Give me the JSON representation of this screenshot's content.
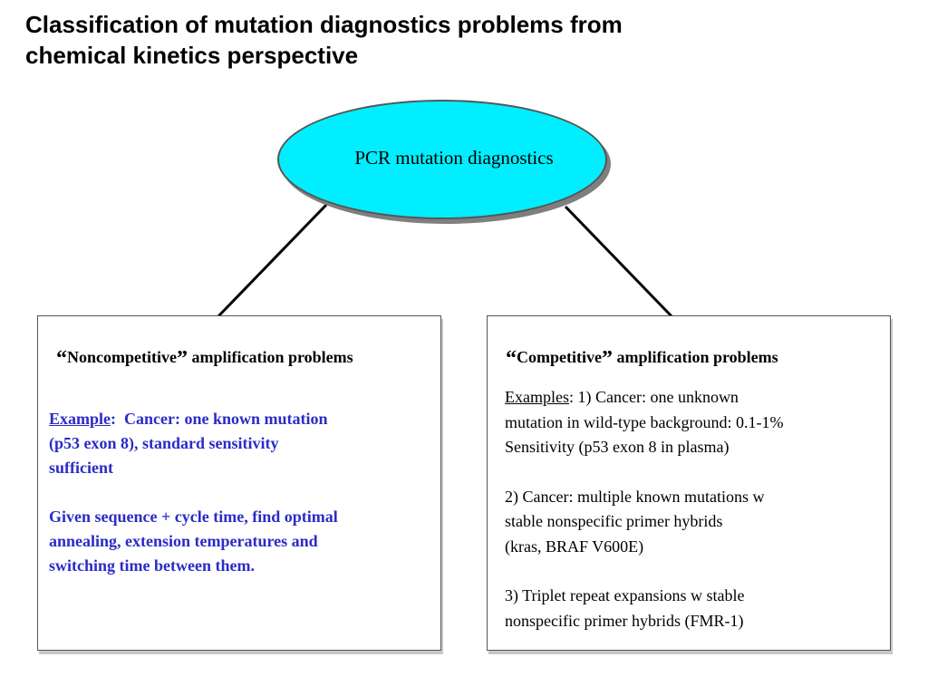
{
  "title": {
    "line1": "Classification of mutation diagnostics problems from",
    "line2": "chemical kinetics perspective"
  },
  "root": {
    "label": "PCR mutation diagnostics"
  },
  "left_box": {
    "open_quote": "“",
    "heading_keyword": "Noncompetitive",
    "close_quote": "”",
    "heading_rest": " amplification problems",
    "example_label": "Example",
    "example_colon": ":",
    "example_line1": "  Cancer: one known mutation",
    "example_line2": "(p53 exon 8), standard sensitivity",
    "example_line3": "sufficient",
    "task_line1": "Given sequence + cycle time, find optimal",
    "task_line2": "annealing, extension temperatures and",
    "task_line3": "switching time between them."
  },
  "right_box": {
    "open_quote": "“",
    "heading_keyword": "Competitive",
    "close_quote": "”",
    "heading_rest": " amplification problems",
    "examples_label": "Examples",
    "ex1_line1": ": 1) Cancer: one unknown",
    "ex1_line2": "mutation in wild-type background: 0.1-1%",
    "ex1_line3": "Sensitivity (p53 exon 8 in plasma)",
    "ex2_line1": "2) Cancer: multiple known mutations w",
    "ex2_line2": "stable nonspecific primer hybrids",
    "ex2_line3": "(kras, BRAF V600E)",
    "ex3_line1": "3) Triplet repeat expansions w stable",
    "ex3_line2": "nonspecific primer hybrids (FMR-1)"
  },
  "colors": {
    "ellipse_fill": "#00eeff",
    "left_body_text": "#2b2bc8",
    "right_body_text": "#000000"
  }
}
